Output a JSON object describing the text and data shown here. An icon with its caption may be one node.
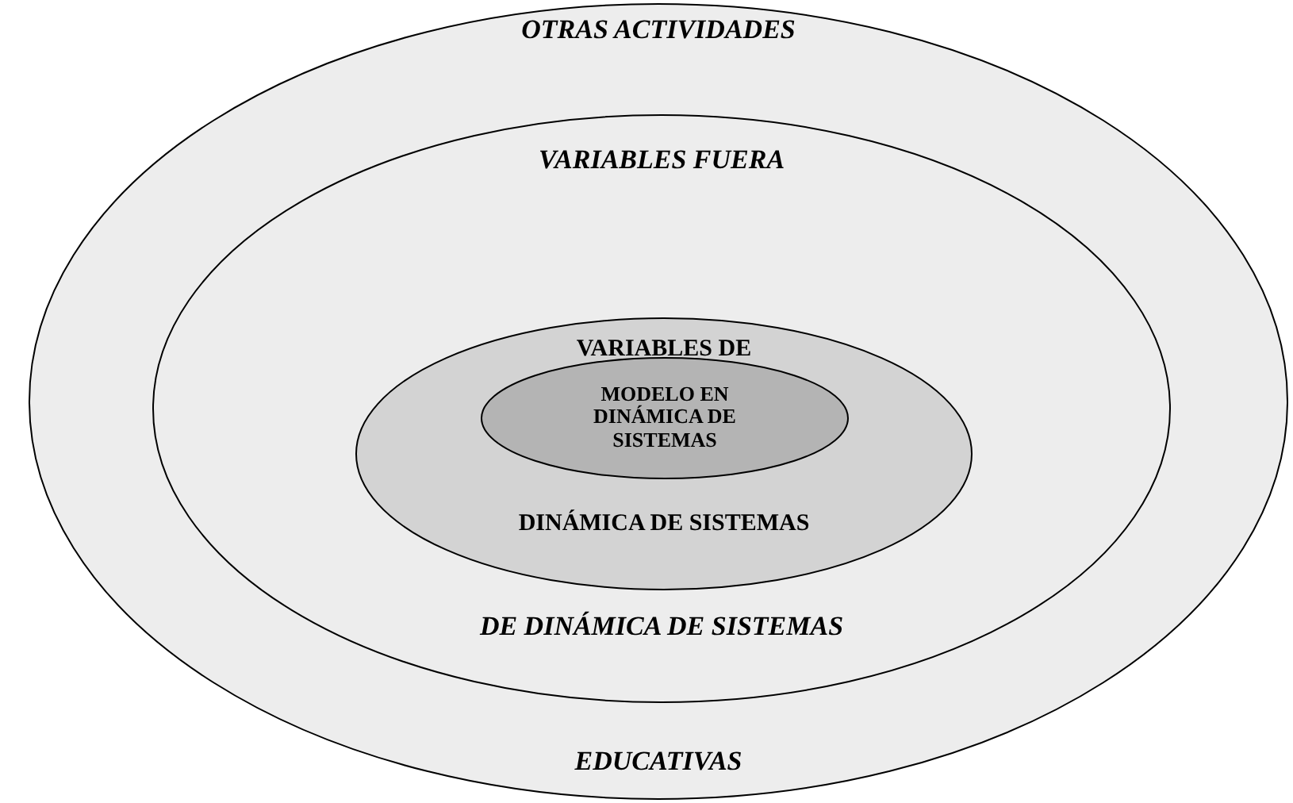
{
  "diagram": {
    "nodes": [
      {
        "text": [
          "OTRAS ACTIVIDADES",
          "EDUCATIVAS"
        ]
      },
      {
        "text": [
          "VARIABLES FUERA",
          "DE DINÁMICA DE SISTEMAS"
        ],
        "in": 0
      },
      {
        "text": [
          "VARIABLES DE",
          "DINÁMICA DE SISTEMAS"
        ],
        "in": 1
      },
      {
        "text": [
          "MODELO EN DINÁMICA DE SISTEMAS"
        ],
        "in": 2
      }
    ],
    "edges": []
  }
}
